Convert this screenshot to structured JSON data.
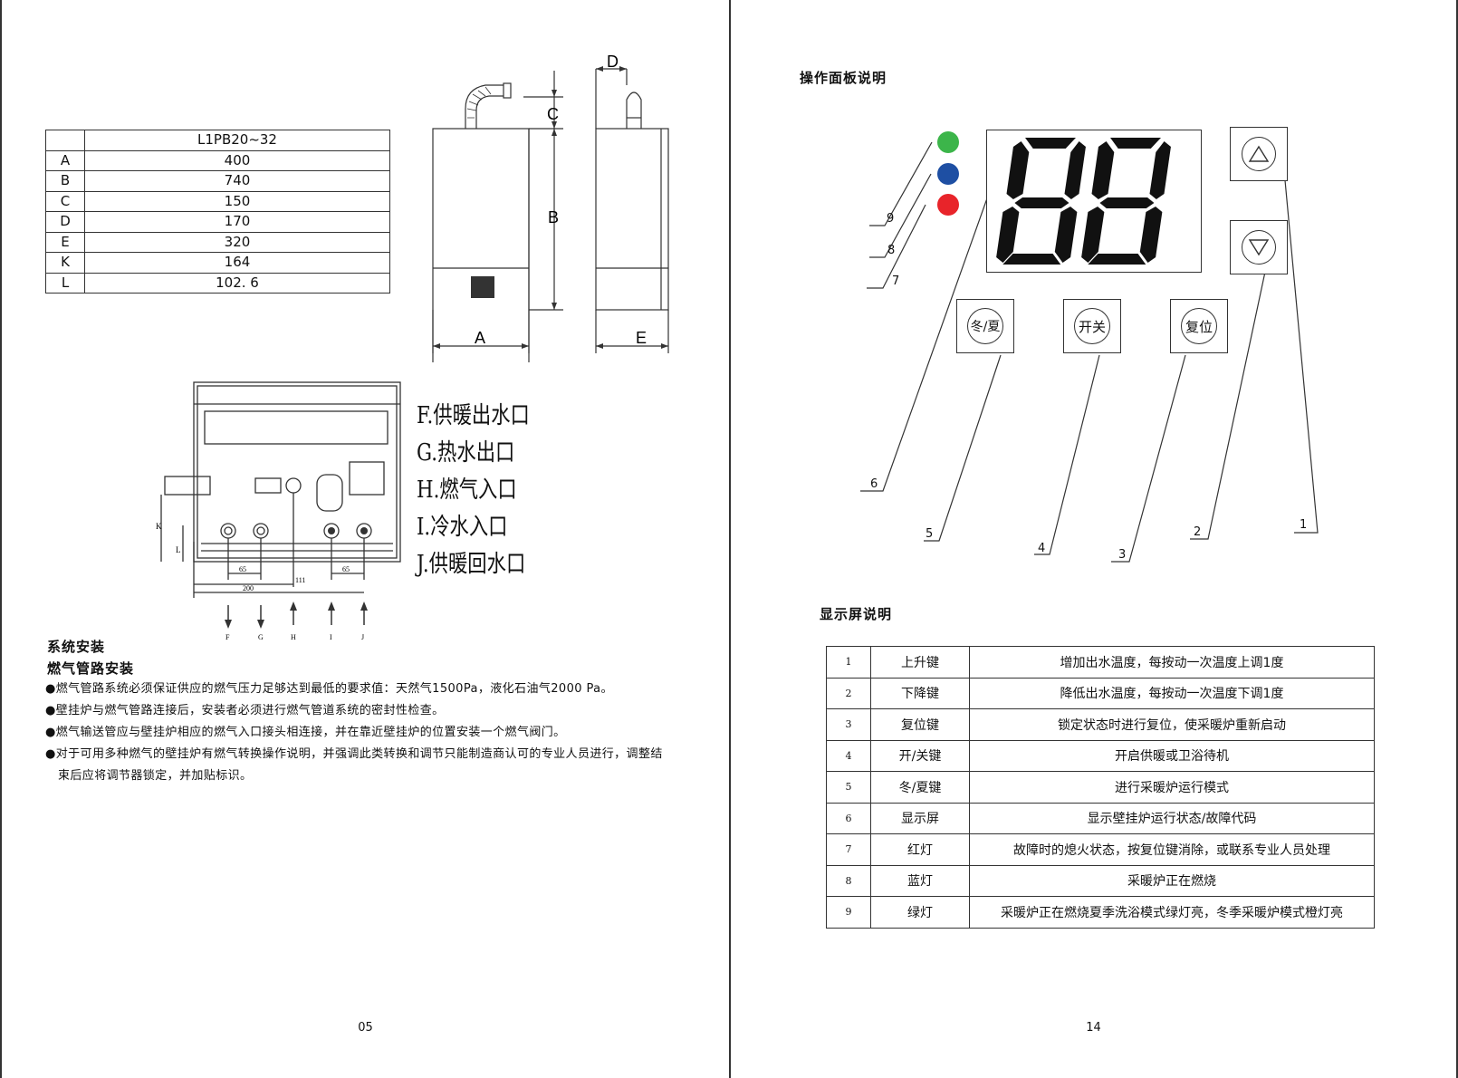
{
  "left_page": {
    "dimension_table": {
      "header": "L1PB20~32",
      "rows": [
        {
          "key": "A",
          "value": "400"
        },
        {
          "key": "B",
          "value": "740"
        },
        {
          "key": "C",
          "value": "150"
        },
        {
          "key": "D",
          "value": "170"
        },
        {
          "key": "E",
          "value": "320"
        },
        {
          "key": "K",
          "value": "164"
        },
        {
          "key": "L",
          "value": "102. 6"
        }
      ]
    },
    "drawing_labels": {
      "A": "A",
      "B": "B",
      "C": "C",
      "D": "D",
      "E": "E",
      "K": "K",
      "L": "L",
      "dim_65a": "65",
      "dim_65b": "65",
      "dim_200": "200",
      "dim_111": "111",
      "F": "F",
      "G": "G",
      "H": "H",
      "I": "I",
      "J": "J"
    },
    "connection_legend": [
      "F.供暖出水口",
      "G.热水出口",
      "H.燃气入口",
      "I.冷水入口",
      "J.供暖回水口"
    ],
    "section_title": "系统安装",
    "subsection_title": "燃气管路安装",
    "bullets": [
      "●燃气管路系统必须保证供应的燃气压力足够达到最低的要求值：天然气1500Pa，液化石油气2000 Pa。",
      "●壁挂炉与燃气管路连接后，安装者必须进行燃气管道系统的密封性检查。",
      "●燃气输送管应与壁挂炉相应的燃气入口接头相连接，并在靠近壁挂炉的位置安装一个燃气阀门。",
      "●对于可用多种燃气的壁挂炉有燃气转换操作说明，并强调此类转换和调节只能制造商认可的专业人员进行，调整结束后应将调节器锁定，并加贴标识。"
    ],
    "page_number": "05"
  },
  "right_page": {
    "panel_title": "操作面板说明",
    "panel": {
      "display_digits": "88",
      "buttons": {
        "winter_summer": "冬/夏",
        "power": "开关",
        "reset": "复位"
      },
      "indicator_colors": {
        "green": "#3cb54a",
        "blue": "#1e4fa3",
        "red": "#e8242a"
      },
      "callouts": [
        "1",
        "2",
        "3",
        "4",
        "5",
        "6",
        "7",
        "8",
        "9"
      ]
    },
    "display_title": "显示屏说明",
    "function_table": [
      {
        "num": "1",
        "name": "上升键",
        "desc": "增加出水温度，每按动一次温度上调1度"
      },
      {
        "num": "2",
        "name": "下降键",
        "desc": "降低出水温度，每按动一次温度下调1度"
      },
      {
        "num": "3",
        "name": "复位键",
        "desc": "锁定状态时进行复位，使采暖炉重新启动"
      },
      {
        "num": "4",
        "name": "开/关键",
        "desc": "开启供暖或卫浴待机"
      },
      {
        "num": "5",
        "name": "冬/夏键",
        "desc": "进行采暖炉运行模式"
      },
      {
        "num": "6",
        "name": "显示屏",
        "desc": "显示壁挂炉运行状态/故障代码"
      },
      {
        "num": "7",
        "name": "红灯",
        "desc": "故障时的熄火状态，按复位键消除，或联系专业人员处理"
      },
      {
        "num": "8",
        "name": "蓝灯",
        "desc": "采暖炉正在燃烧"
      },
      {
        "num": "9",
        "name": "绿灯",
        "desc": "采暖炉正在燃烧夏季洗浴模式绿灯亮，冬季采暖炉模式橙灯亮"
      }
    ],
    "page_number": "14"
  }
}
